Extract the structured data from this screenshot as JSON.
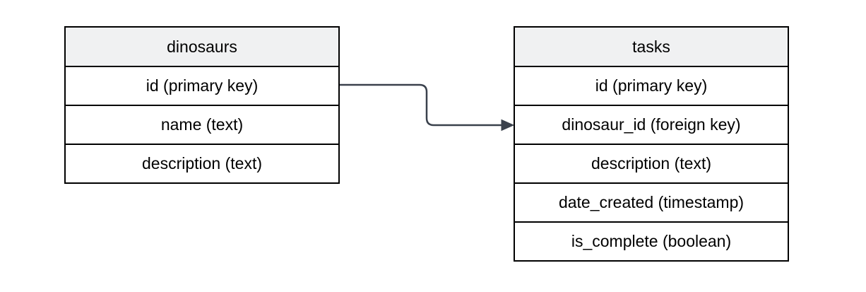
{
  "diagram": {
    "background_color": "#ffffff",
    "table_border_color": "#000000",
    "table_header_fill": "#f0f1f2",
    "text_color": "#000000",
    "tables": {
      "dinosaurs": {
        "title": "dinosaurs",
        "rows": [
          "id (primary key)",
          "name (text)",
          "description (text)"
        ]
      },
      "tasks": {
        "title": "tasks",
        "rows": [
          "id (primary key)",
          "dinosaur_id (foreign key)",
          "description (text)",
          "date_created (timestamp)",
          "is_complete (boolean)"
        ]
      }
    },
    "connector": {
      "from_table": "dinosaurs",
      "from_field": "id (primary key)",
      "to_table": "tasks",
      "to_field": "dinosaur_id (foreign key)",
      "stroke_color": "#3a414c",
      "arrow_style": "filled-triangle"
    }
  }
}
